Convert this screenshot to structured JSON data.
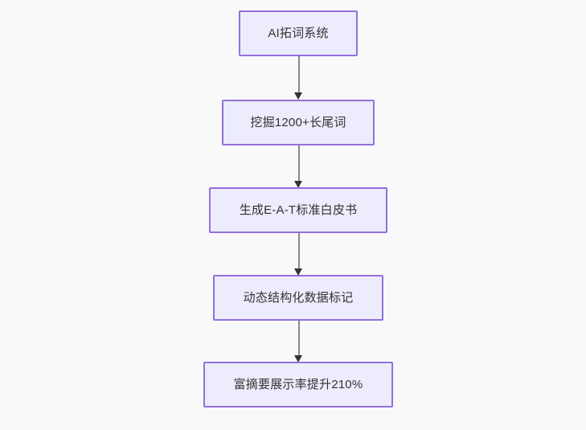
{
  "diagram": {
    "type": "flowchart",
    "direction": "top-to-bottom",
    "background_color": "#f9f9f9",
    "node_fill_color": "#ececfc",
    "node_border_color": "#9370db",
    "node_text_color": "#333333",
    "edge_color": "#888888",
    "arrowhead_color": "#333333",
    "nodes": [
      {
        "id": "node-1",
        "label": "AI拓词系统"
      },
      {
        "id": "node-2",
        "label": "挖掘1200+长尾词"
      },
      {
        "id": "node-3",
        "label": "生成E-A-T标准白皮书"
      },
      {
        "id": "node-4",
        "label": "动态结构化数据标记"
      },
      {
        "id": "node-5",
        "label": "富摘要展示率提升210%"
      }
    ],
    "edges": [
      {
        "id": "edge-1",
        "from": "node-1",
        "to": "node-2",
        "label": ""
      },
      {
        "id": "edge-2",
        "from": "node-2",
        "to": "node-3",
        "label": ""
      },
      {
        "id": "edge-3",
        "from": "node-3",
        "to": "node-4",
        "label": ""
      },
      {
        "id": "edge-4",
        "from": "node-4",
        "to": "node-5",
        "label": ""
      }
    ]
  }
}
